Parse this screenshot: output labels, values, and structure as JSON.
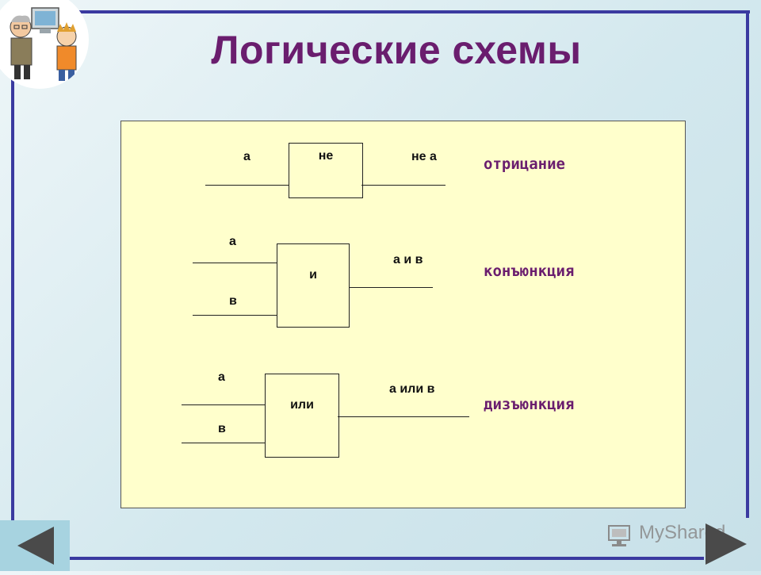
{
  "title": "Логические схемы",
  "gates": [
    {
      "gate_label": "не",
      "inputs": [
        "а"
      ],
      "output": "не а",
      "name": "отрицание"
    },
    {
      "gate_label": "и",
      "inputs": [
        "а",
        "в"
      ],
      "output": "а и в",
      "name": "конъюнкция"
    },
    {
      "gate_label": "или",
      "inputs": [
        "а",
        "в"
      ],
      "output": "а или в",
      "name": "дизъюнкция"
    }
  ],
  "watermark": "MyShared",
  "colors": {
    "title": "#6a1d6e",
    "frame": "#3a3aa0",
    "panel": "#ffffcc",
    "arrow": "#4a4a4a"
  },
  "icons": [
    "left-arrow-icon",
    "right-arrow-icon",
    "myshared-logo-icon",
    "cartoon-teacher-student-icon"
  ]
}
